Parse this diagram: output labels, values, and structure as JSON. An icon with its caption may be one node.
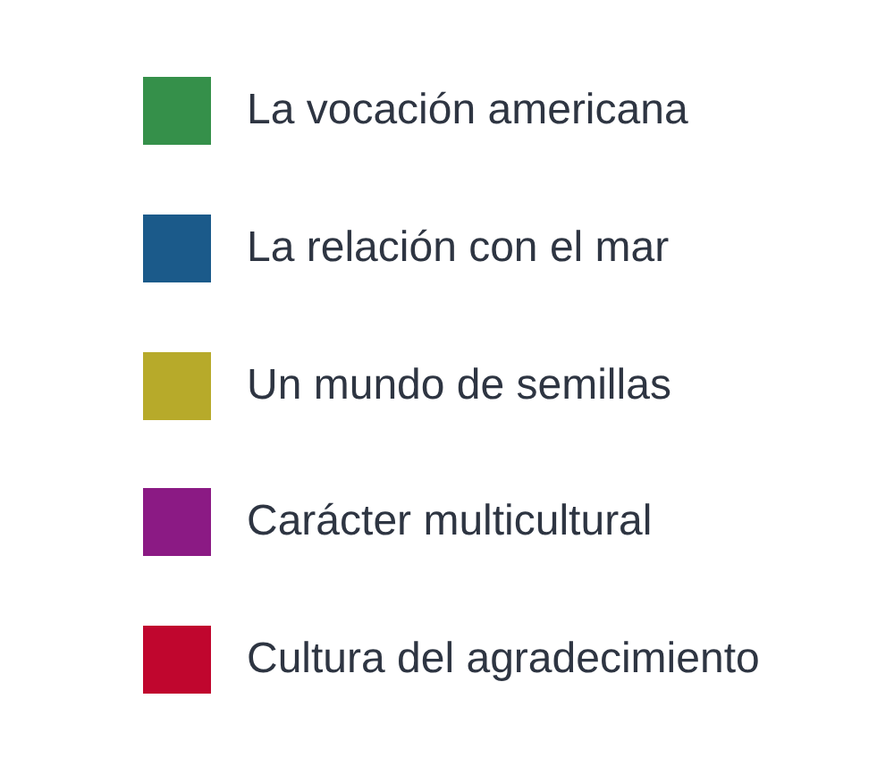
{
  "diagram": {
    "legend": [
      {
        "text": "La vocación americana",
        "color": "#35904a"
      },
      {
        "text": "La relación con el mar",
        "color": "#1b5a8a"
      },
      {
        "text": "Un mundo de semillas",
        "color": "#b7aa2a"
      },
      {
        "text": "Carácter multicultural",
        "color": "#8b1a84"
      },
      {
        "text": "Cultura del agradecimiento",
        "color": "#c0062e"
      }
    ]
  }
}
